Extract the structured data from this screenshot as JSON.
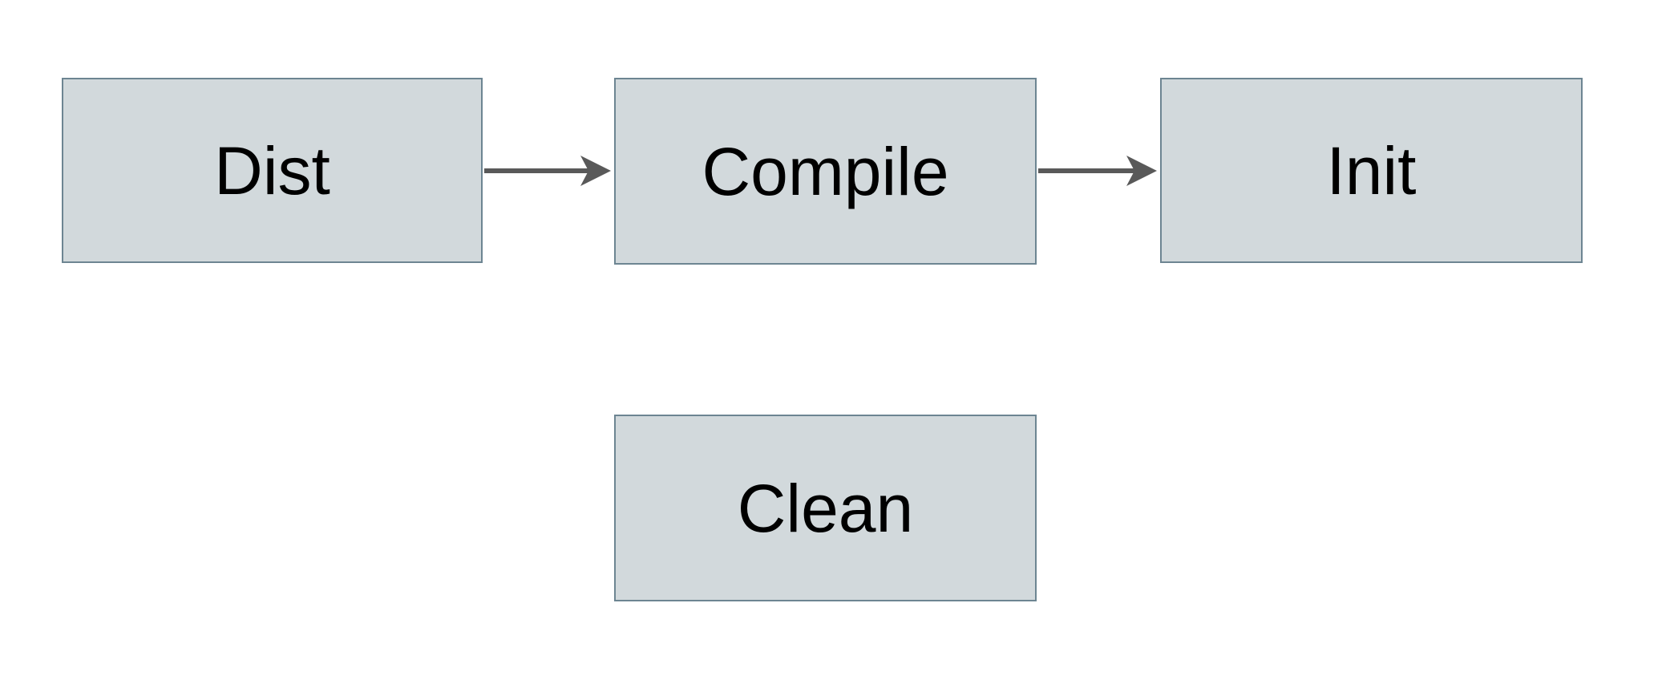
{
  "canvas": {
    "background_color": "#ffffff"
  },
  "palette": {
    "canvas_bg": "#ffffff",
    "node_fill": "#d2d9dc",
    "node_border": "#6d8592",
    "arrow_color": "#595959",
    "text_color": "#000000"
  },
  "diagram": {
    "nodes": [
      {
        "id": "dist",
        "label": "Dist"
      },
      {
        "id": "compile",
        "label": "Compile"
      },
      {
        "id": "init",
        "label": "Init"
      },
      {
        "id": "clean",
        "label": "Clean"
      }
    ],
    "edges": [
      {
        "from": "dist",
        "to": "compile",
        "icon": "arrow-right-icon"
      },
      {
        "from": "compile",
        "to": "init",
        "icon": "arrow-right-icon"
      }
    ]
  }
}
